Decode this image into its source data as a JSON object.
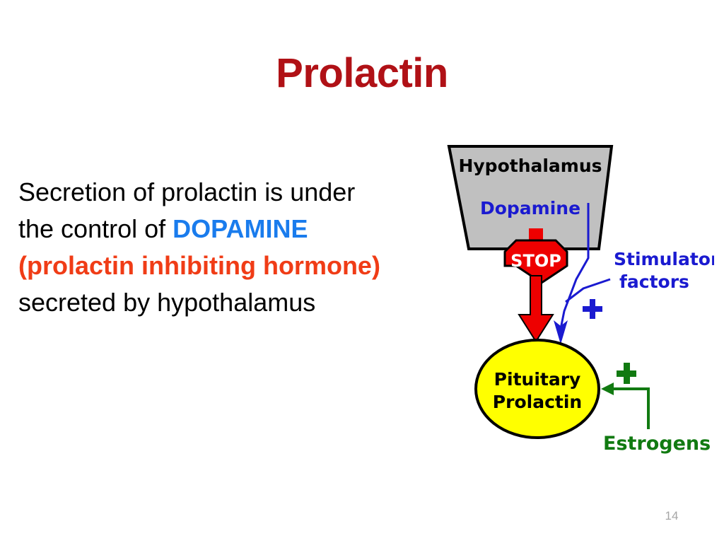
{
  "slide": {
    "title": "Prolactin",
    "title_color": "#b01116",
    "background": "#ffffff",
    "page_number": "14"
  },
  "body": {
    "line1": "Secretion of prolactin is under",
    "line2_prefix": "the control of ",
    "line2_emphasis": "DOPAMINE",
    "line2_emphasis_color": "#1a7ced",
    "line3_emphasis": "(prolactin inhibiting hormone)",
    "line3_emphasis_color": "#f03c16",
    "line4": "secreted by hypothalamus"
  },
  "diagram": {
    "name": "prolactin-regulation-diagram",
    "hypothalamus": {
      "label": "Hypothalamus",
      "fill": "#c0c0c0",
      "stroke": "#000000",
      "text_color": "#000000"
    },
    "dopamine": {
      "label": "Dopamine",
      "color": "#1a1ad0"
    },
    "stop_sign": {
      "label": "STOP",
      "fill": "#ee0000",
      "text_color": "#ffffff"
    },
    "inhibition_arrow": {
      "name": "red-inhibition-arrow",
      "color": "#ee0000"
    },
    "stimulatory": {
      "label_line1": "Stimulatory",
      "label_line2": "factors",
      "color": "#1a1ad0",
      "plus_sign": "+"
    },
    "pituitary": {
      "label_line1": "Pituitary",
      "label_line2": "Prolactin",
      "fill": "#ffff00",
      "stroke": "#000000",
      "text_color": "#000000"
    },
    "estrogens": {
      "label": "Estrogens",
      "color": "#117a11",
      "plus_sign": "+"
    }
  }
}
